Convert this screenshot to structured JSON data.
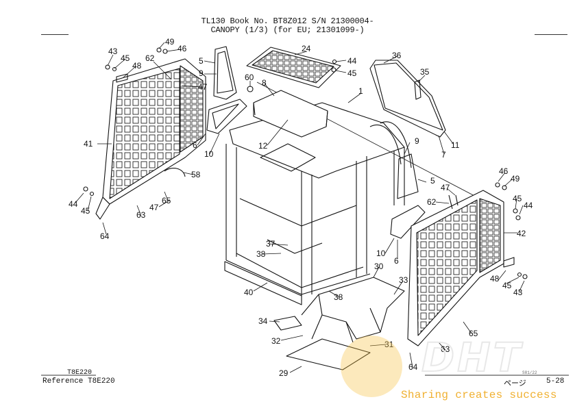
{
  "header": {
    "line1": "TL130  Book No. BT8Z012 S/N 21300004-",
    "line2": "CANOPY (1/3) (for EU; 21301099-)"
  },
  "footer": {
    "ref_small": "T8E220",
    "reference": "Reference   T8E220",
    "page_label": "ページ",
    "page_number": "5-28",
    "doc_code": "S81/22"
  },
  "watermark": {
    "logo": "DHT",
    "tagline": "Sharing creates success",
    "color": "#f0b030"
  },
  "callouts": [
    {
      "id": "c43a",
      "text": "43"
    },
    {
      "id": "c45a",
      "text": "45"
    },
    {
      "id": "c48a",
      "text": "48"
    },
    {
      "id": "c49a",
      "text": "49"
    },
    {
      "id": "c46a",
      "text": "46"
    },
    {
      "id": "c62a",
      "text": "62"
    },
    {
      "id": "c47a",
      "text": "47"
    },
    {
      "id": "c5a",
      "text": "5"
    },
    {
      "id": "c9a",
      "text": "9"
    },
    {
      "id": "c60",
      "text": "60"
    },
    {
      "id": "c8",
      "text": "8"
    },
    {
      "id": "c24",
      "text": "24"
    },
    {
      "id": "c44a",
      "text": "44"
    },
    {
      "id": "c45b",
      "text": "45"
    },
    {
      "id": "c36",
      "text": "36"
    },
    {
      "id": "c35",
      "text": "35"
    },
    {
      "id": "c1",
      "text": "1"
    },
    {
      "id": "c41",
      "text": "41"
    },
    {
      "id": "c6a",
      "text": "6"
    },
    {
      "id": "c10a",
      "text": "10"
    },
    {
      "id": "c12",
      "text": "12"
    },
    {
      "id": "c7",
      "text": "7"
    },
    {
      "id": "c11",
      "text": "11"
    },
    {
      "id": "c58",
      "text": "58"
    },
    {
      "id": "c9b",
      "text": "9"
    },
    {
      "id": "c5b",
      "text": "5"
    },
    {
      "id": "c46b",
      "text": "46"
    },
    {
      "id": "c49b",
      "text": "49"
    },
    {
      "id": "c47b",
      "text": "47"
    },
    {
      "id": "c62b",
      "text": "62"
    },
    {
      "id": "c45c",
      "text": "45"
    },
    {
      "id": "c44b",
      "text": "44"
    },
    {
      "id": "c44c",
      "text": "44"
    },
    {
      "id": "c45d",
      "text": "45"
    },
    {
      "id": "c47c",
      "text": "47"
    },
    {
      "id": "c65a",
      "text": "65"
    },
    {
      "id": "c63a",
      "text": "63"
    },
    {
      "id": "c64a",
      "text": "64"
    },
    {
      "id": "c42",
      "text": "42"
    },
    {
      "id": "c10b",
      "text": "10"
    },
    {
      "id": "c6b",
      "text": "6"
    },
    {
      "id": "c37",
      "text": "37"
    },
    {
      "id": "c38a",
      "text": "38"
    },
    {
      "id": "c30",
      "text": "30"
    },
    {
      "id": "c33",
      "text": "33"
    },
    {
      "id": "c48b",
      "text": "48"
    },
    {
      "id": "c45e",
      "text": "45"
    },
    {
      "id": "c43b",
      "text": "43"
    },
    {
      "id": "c40",
      "text": "40"
    },
    {
      "id": "c38b",
      "text": "38"
    },
    {
      "id": "c34",
      "text": "34"
    },
    {
      "id": "c32",
      "text": "32"
    },
    {
      "id": "c31",
      "text": "31"
    },
    {
      "id": "c65b",
      "text": "65"
    },
    {
      "id": "c63b",
      "text": "63"
    },
    {
      "id": "c29",
      "text": "29"
    },
    {
      "id": "c64b",
      "text": "64"
    }
  ]
}
